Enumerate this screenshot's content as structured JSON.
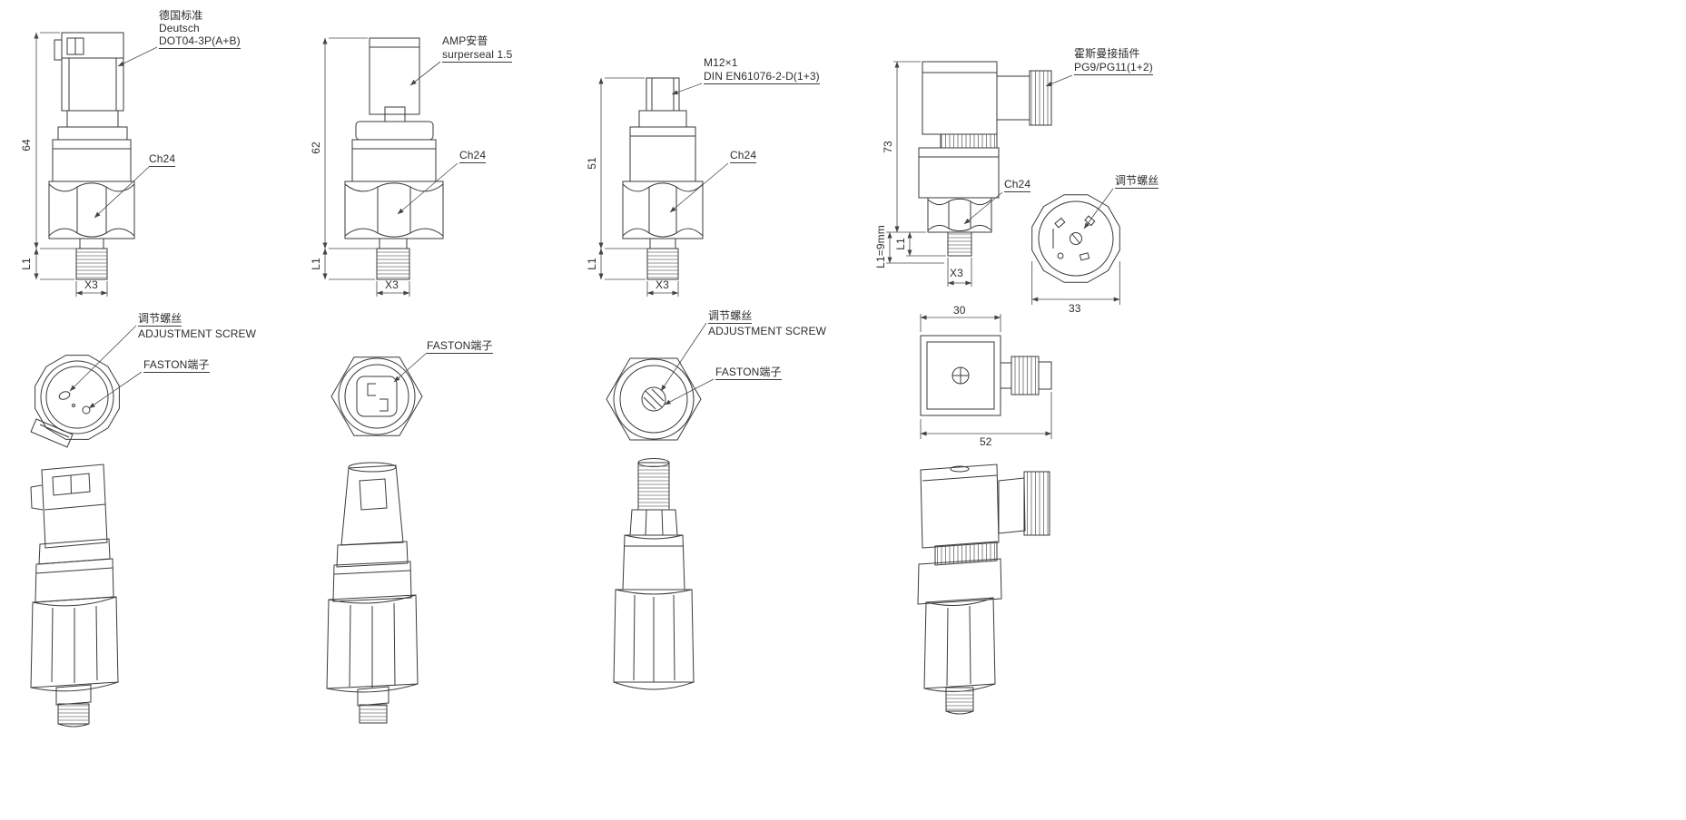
{
  "sheet": {
    "background": "#ffffff",
    "line_color": "#3a3a3a"
  },
  "deutsch": {
    "callout1": "德国标准",
    "callout2": "Deutsch",
    "callout3": "DOT04-3P(A+B)",
    "dim_total": "64",
    "hex": "Ch24",
    "dim_l1": "L1",
    "dim_x3": "X3",
    "adj_cn": "调节螺丝",
    "adj_en": "ADJUSTMENT SCREW",
    "faston": "FASTON端子"
  },
  "amp": {
    "callout1": "AMP安普",
    "callout2": "surperseal 1.5",
    "dim_total": "62",
    "hex": "Ch24",
    "dim_l1": "L1",
    "dim_x3": "X3",
    "faston": "FASTON端子"
  },
  "m12": {
    "callout1": "M12×1",
    "callout2": "DIN EN61076-2-D(1+3)",
    "dim_total": "51",
    "hex": "Ch24",
    "dim_l1": "L1",
    "dim_x3": "X3",
    "adj_cn": "调节螺丝",
    "adj_en": "ADJUSTMENT SCREW",
    "faston": "FASTON端子"
  },
  "hirschmann": {
    "callout1": "霍斯曼接插件",
    "callout2": "PG9/PG11(1+2)",
    "dim_total": "73",
    "hex": "Ch24",
    "dim_l1_9mm": "L1=9mm",
    "dim_l1": "L1",
    "dim_x3": "X3",
    "adj_cn": "调节螺丝",
    "dim_33": "33",
    "dim_30": "30",
    "dim_52": "52"
  }
}
